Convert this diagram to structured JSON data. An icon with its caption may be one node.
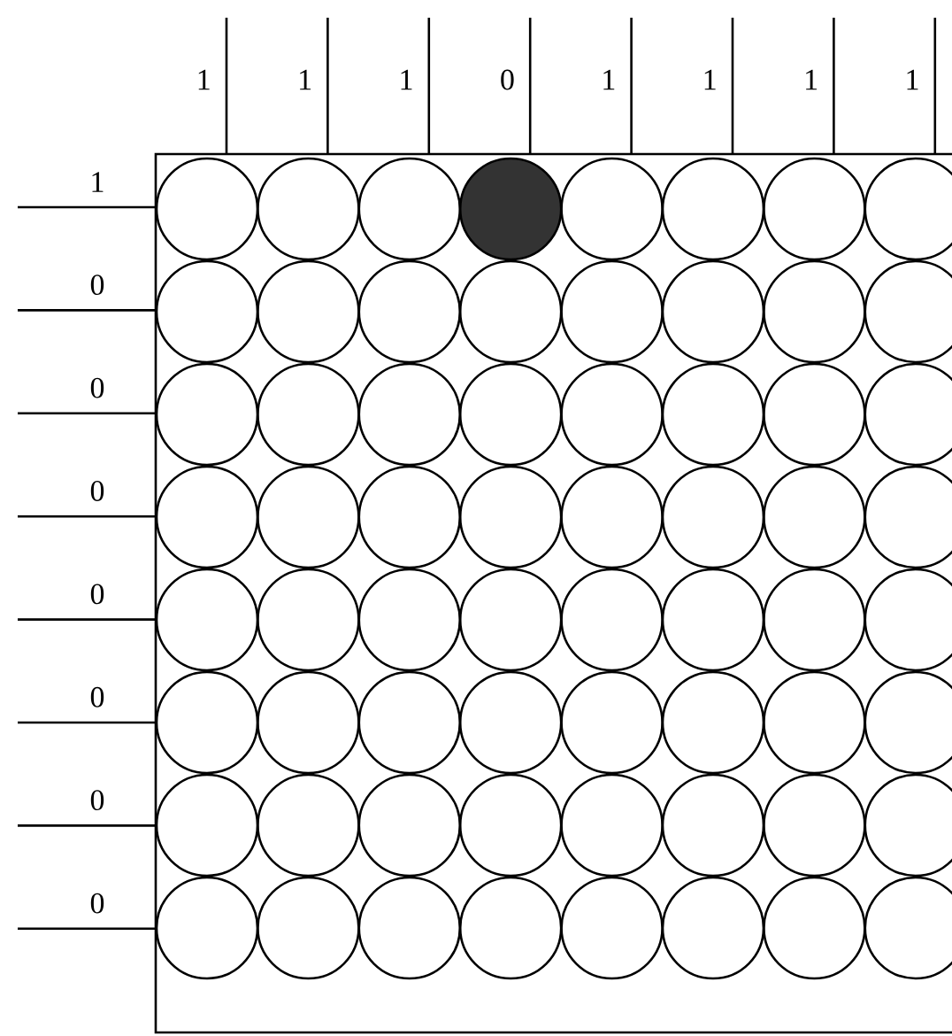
{
  "diagram": {
    "labels": [
      "1",
      "1",
      "1",
      "0",
      "1",
      "1",
      "1",
      "1",
      "1",
      "0",
      "0",
      "0",
      "0",
      "0",
      "0",
      "0"
    ]
  }
}
